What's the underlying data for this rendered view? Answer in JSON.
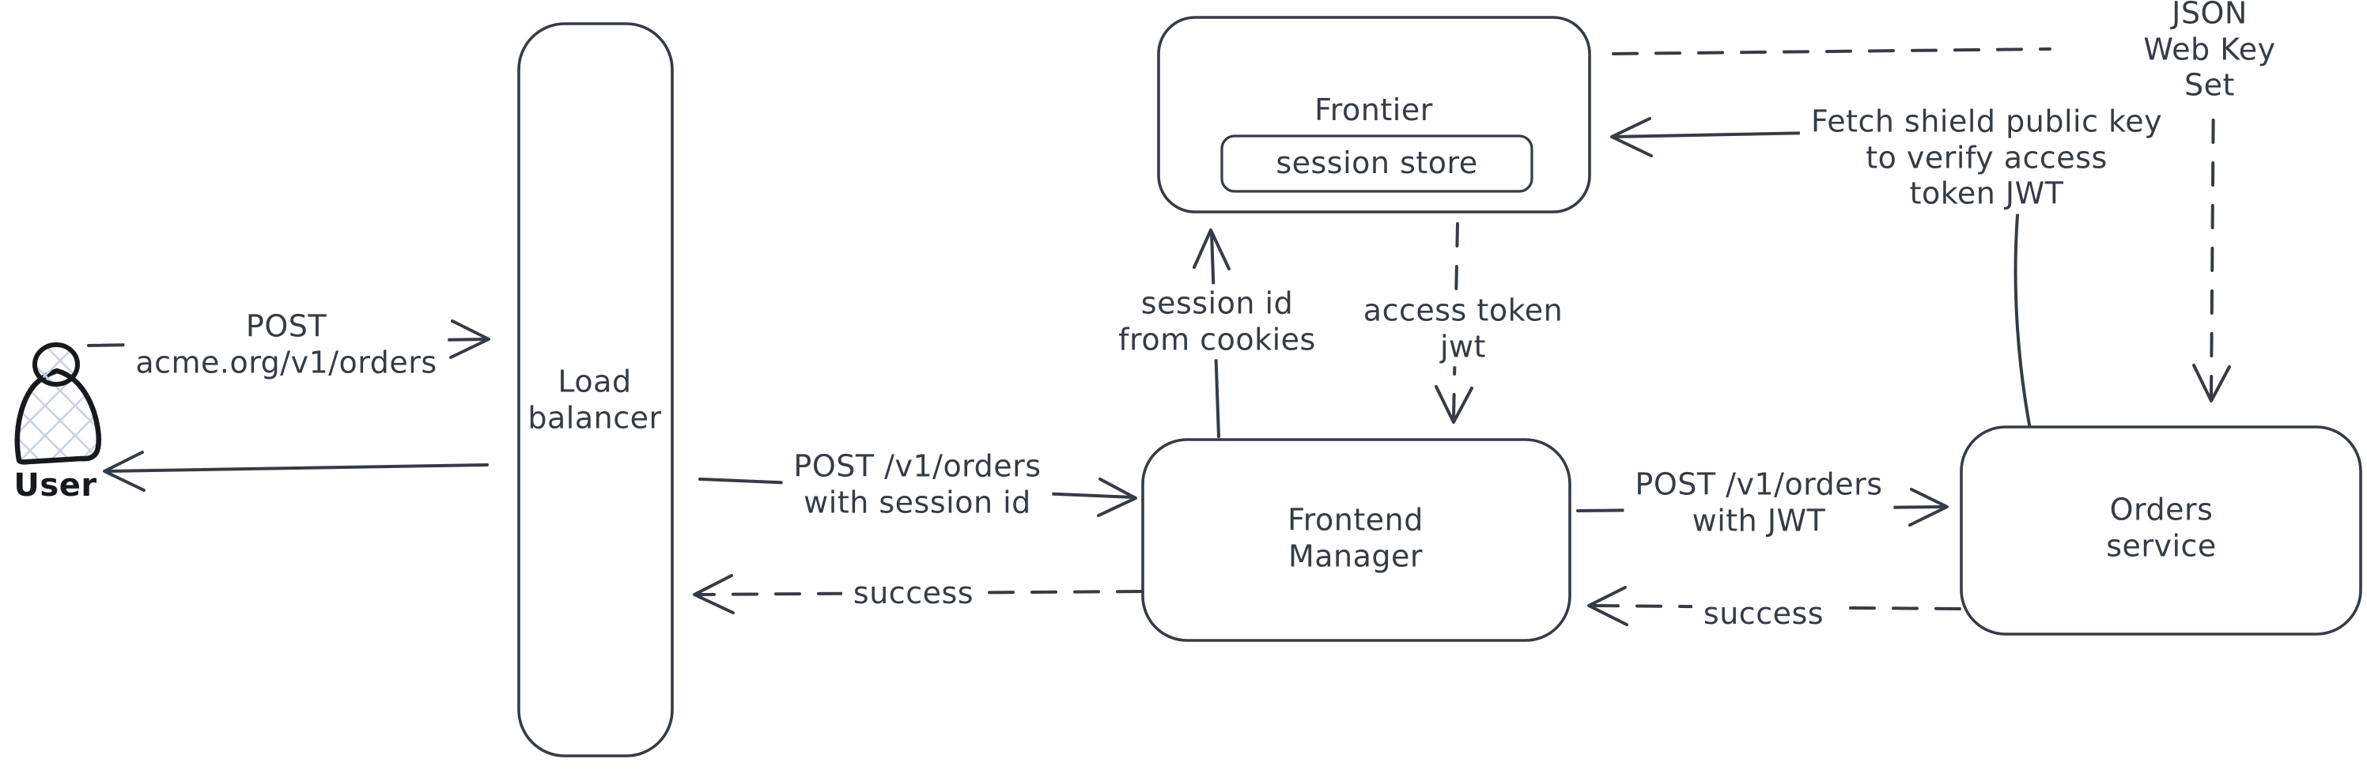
{
  "diagram": {
    "kind": "hand-drawn architecture flow diagram",
    "background": "#ffffff",
    "colors": {
      "stroke": "#363c44",
      "user_outline": "#17191c",
      "crosshatch_fill_lines": "#c9d4e0",
      "text": "#363c44"
    },
    "nodes": {
      "user": {
        "label": "User",
        "shape": "person-figure"
      },
      "load_balancer": {
        "label": "Load\nbalancer",
        "shape": "tall-rounded-rect"
      },
      "frontier": {
        "label": "Frontier",
        "shape": "rounded-rect"
      },
      "session_store": {
        "label": "session store",
        "shape": "rounded-rect",
        "parent": "frontier"
      },
      "frontend_manager": {
        "label": "Frontend\nManager",
        "shape": "rounded-rect"
      },
      "orders_service": {
        "label": "Orders service",
        "shape": "rounded-rect"
      }
    },
    "edges": {
      "user_to_lb": {
        "label": "POST\nacme.org/v1/orders",
        "style": "solid",
        "from": "user",
        "to": "load_balancer"
      },
      "lb_to_user": {
        "label": "",
        "style": "solid",
        "from": "load_balancer",
        "to": "user"
      },
      "lb_to_fm": {
        "label": "POST /v1/orders\nwith session id",
        "style": "solid",
        "from": "load_balancer",
        "to": "frontend_manager"
      },
      "fm_to_lb": {
        "label": "success",
        "style": "dashed",
        "from": "frontend_manager",
        "to": "load_balancer"
      },
      "fm_to_frontier": {
        "label": "session id\nfrom cookies",
        "style": "solid",
        "from": "frontend_manager",
        "to": "frontier"
      },
      "frontier_to_fm": {
        "label": "access token\njwt",
        "style": "dashed",
        "from": "frontier",
        "to": "frontend_manager"
      },
      "fm_to_orders": {
        "label": "POST /v1/orders\nwith JWT",
        "style": "solid",
        "from": "frontend_manager",
        "to": "orders_service"
      },
      "orders_to_fm": {
        "label": "success",
        "style": "dashed",
        "from": "orders_service",
        "to": "frontend_manager"
      },
      "orders_to_frontier": {
        "label": "Fetch shield public key\nto verify access\ntoken JWT",
        "style": "solid",
        "from": "orders_service",
        "to": "frontier"
      },
      "frontier_to_jwks": {
        "label": "JSON Web Key Set",
        "style": "dashed",
        "from": "frontier",
        "to": "orders_service"
      }
    }
  }
}
